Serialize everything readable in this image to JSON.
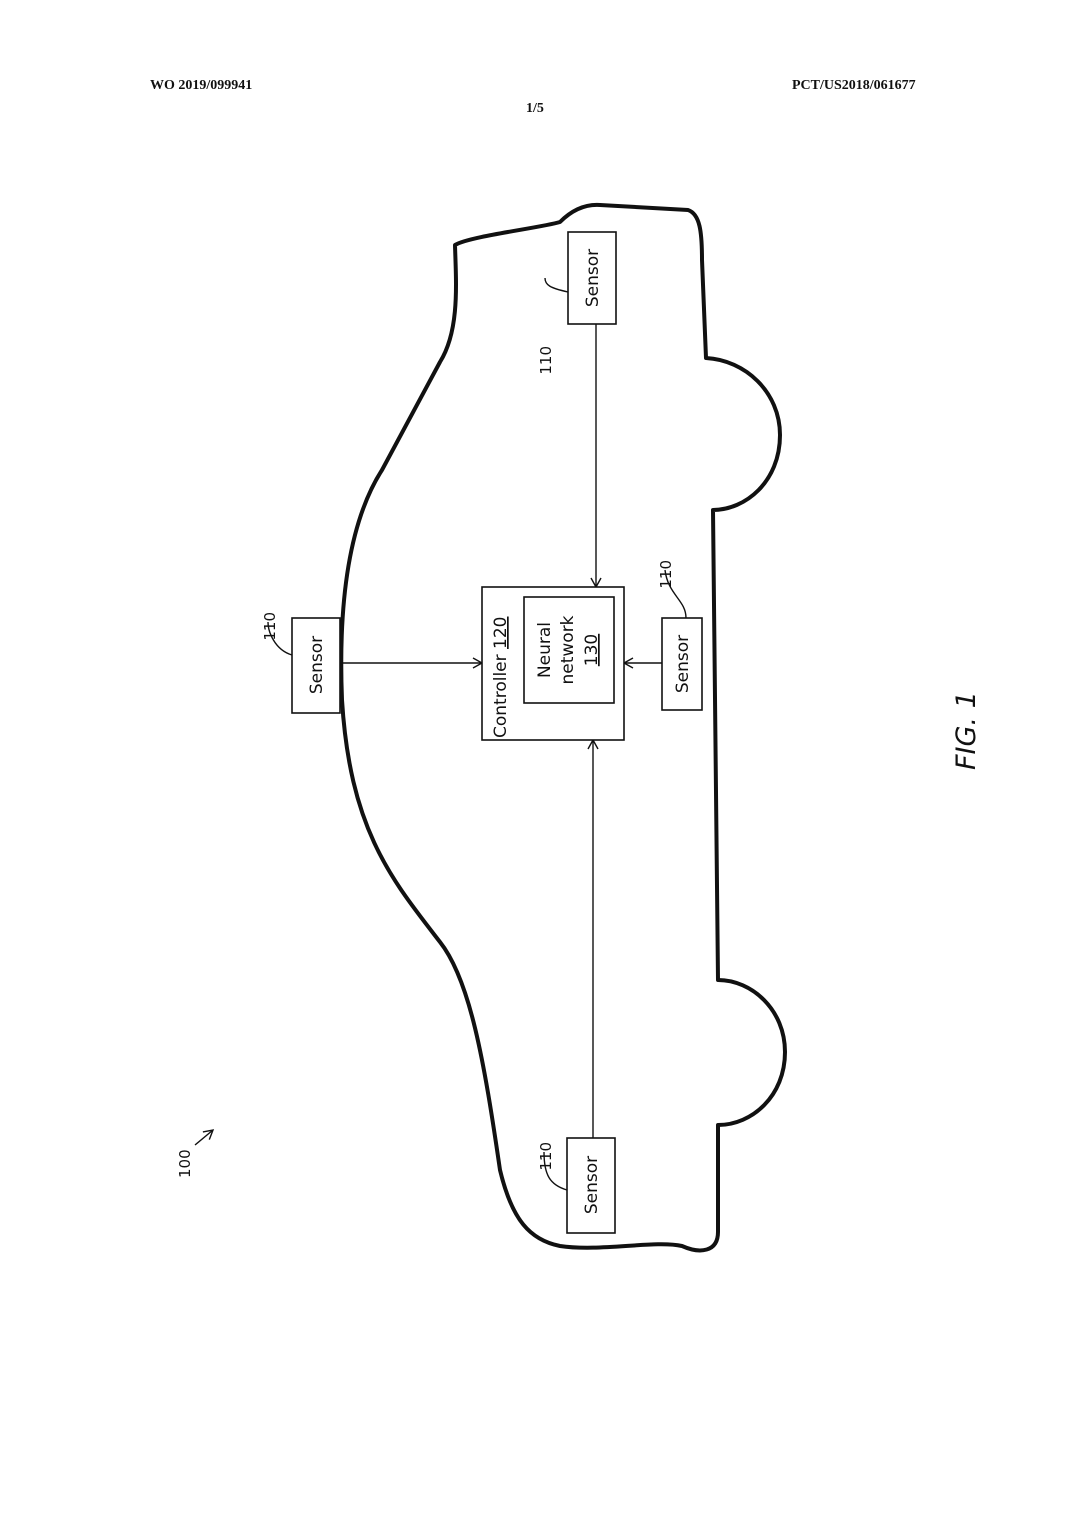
{
  "header": {
    "publication_number": "WO 2019/099941",
    "application_number": "PCT/US2018/061677",
    "sheet": "1/5"
  },
  "figure": {
    "label": "FIG. 1",
    "system_ref": "100",
    "controller": {
      "label": "Controller",
      "ref": "120"
    },
    "neural_network": {
      "line1": "Neural",
      "line2": "network",
      "ref": "130"
    },
    "sensors": [
      {
        "label": "Sensor",
        "ref": "110"
      },
      {
        "label": "Sensor",
        "ref": "110"
      },
      {
        "label": "Sensor",
        "ref": "110"
      },
      {
        "label": "Sensor",
        "ref": "110"
      }
    ]
  }
}
